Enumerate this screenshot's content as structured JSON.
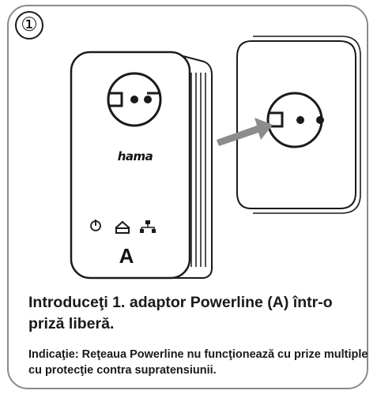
{
  "step": {
    "number": "①"
  },
  "device": {
    "brand": "hama",
    "label": "A"
  },
  "instruction": {
    "headline": "Introduceţi 1. adaptor Powerline (A) într-o priză liberă.",
    "note": "Indicaţie: Reţeaua Powerline nu funcţionează cu prize multiple cu protecţie contra supratensiunii."
  },
  "colors": {
    "frame": "#8a8a8a",
    "arrow": "#8c8c8c",
    "ink": "#1a1a1a"
  },
  "icons": [
    "power-icon",
    "home-icon",
    "network-icon",
    "arrow-icon"
  ]
}
